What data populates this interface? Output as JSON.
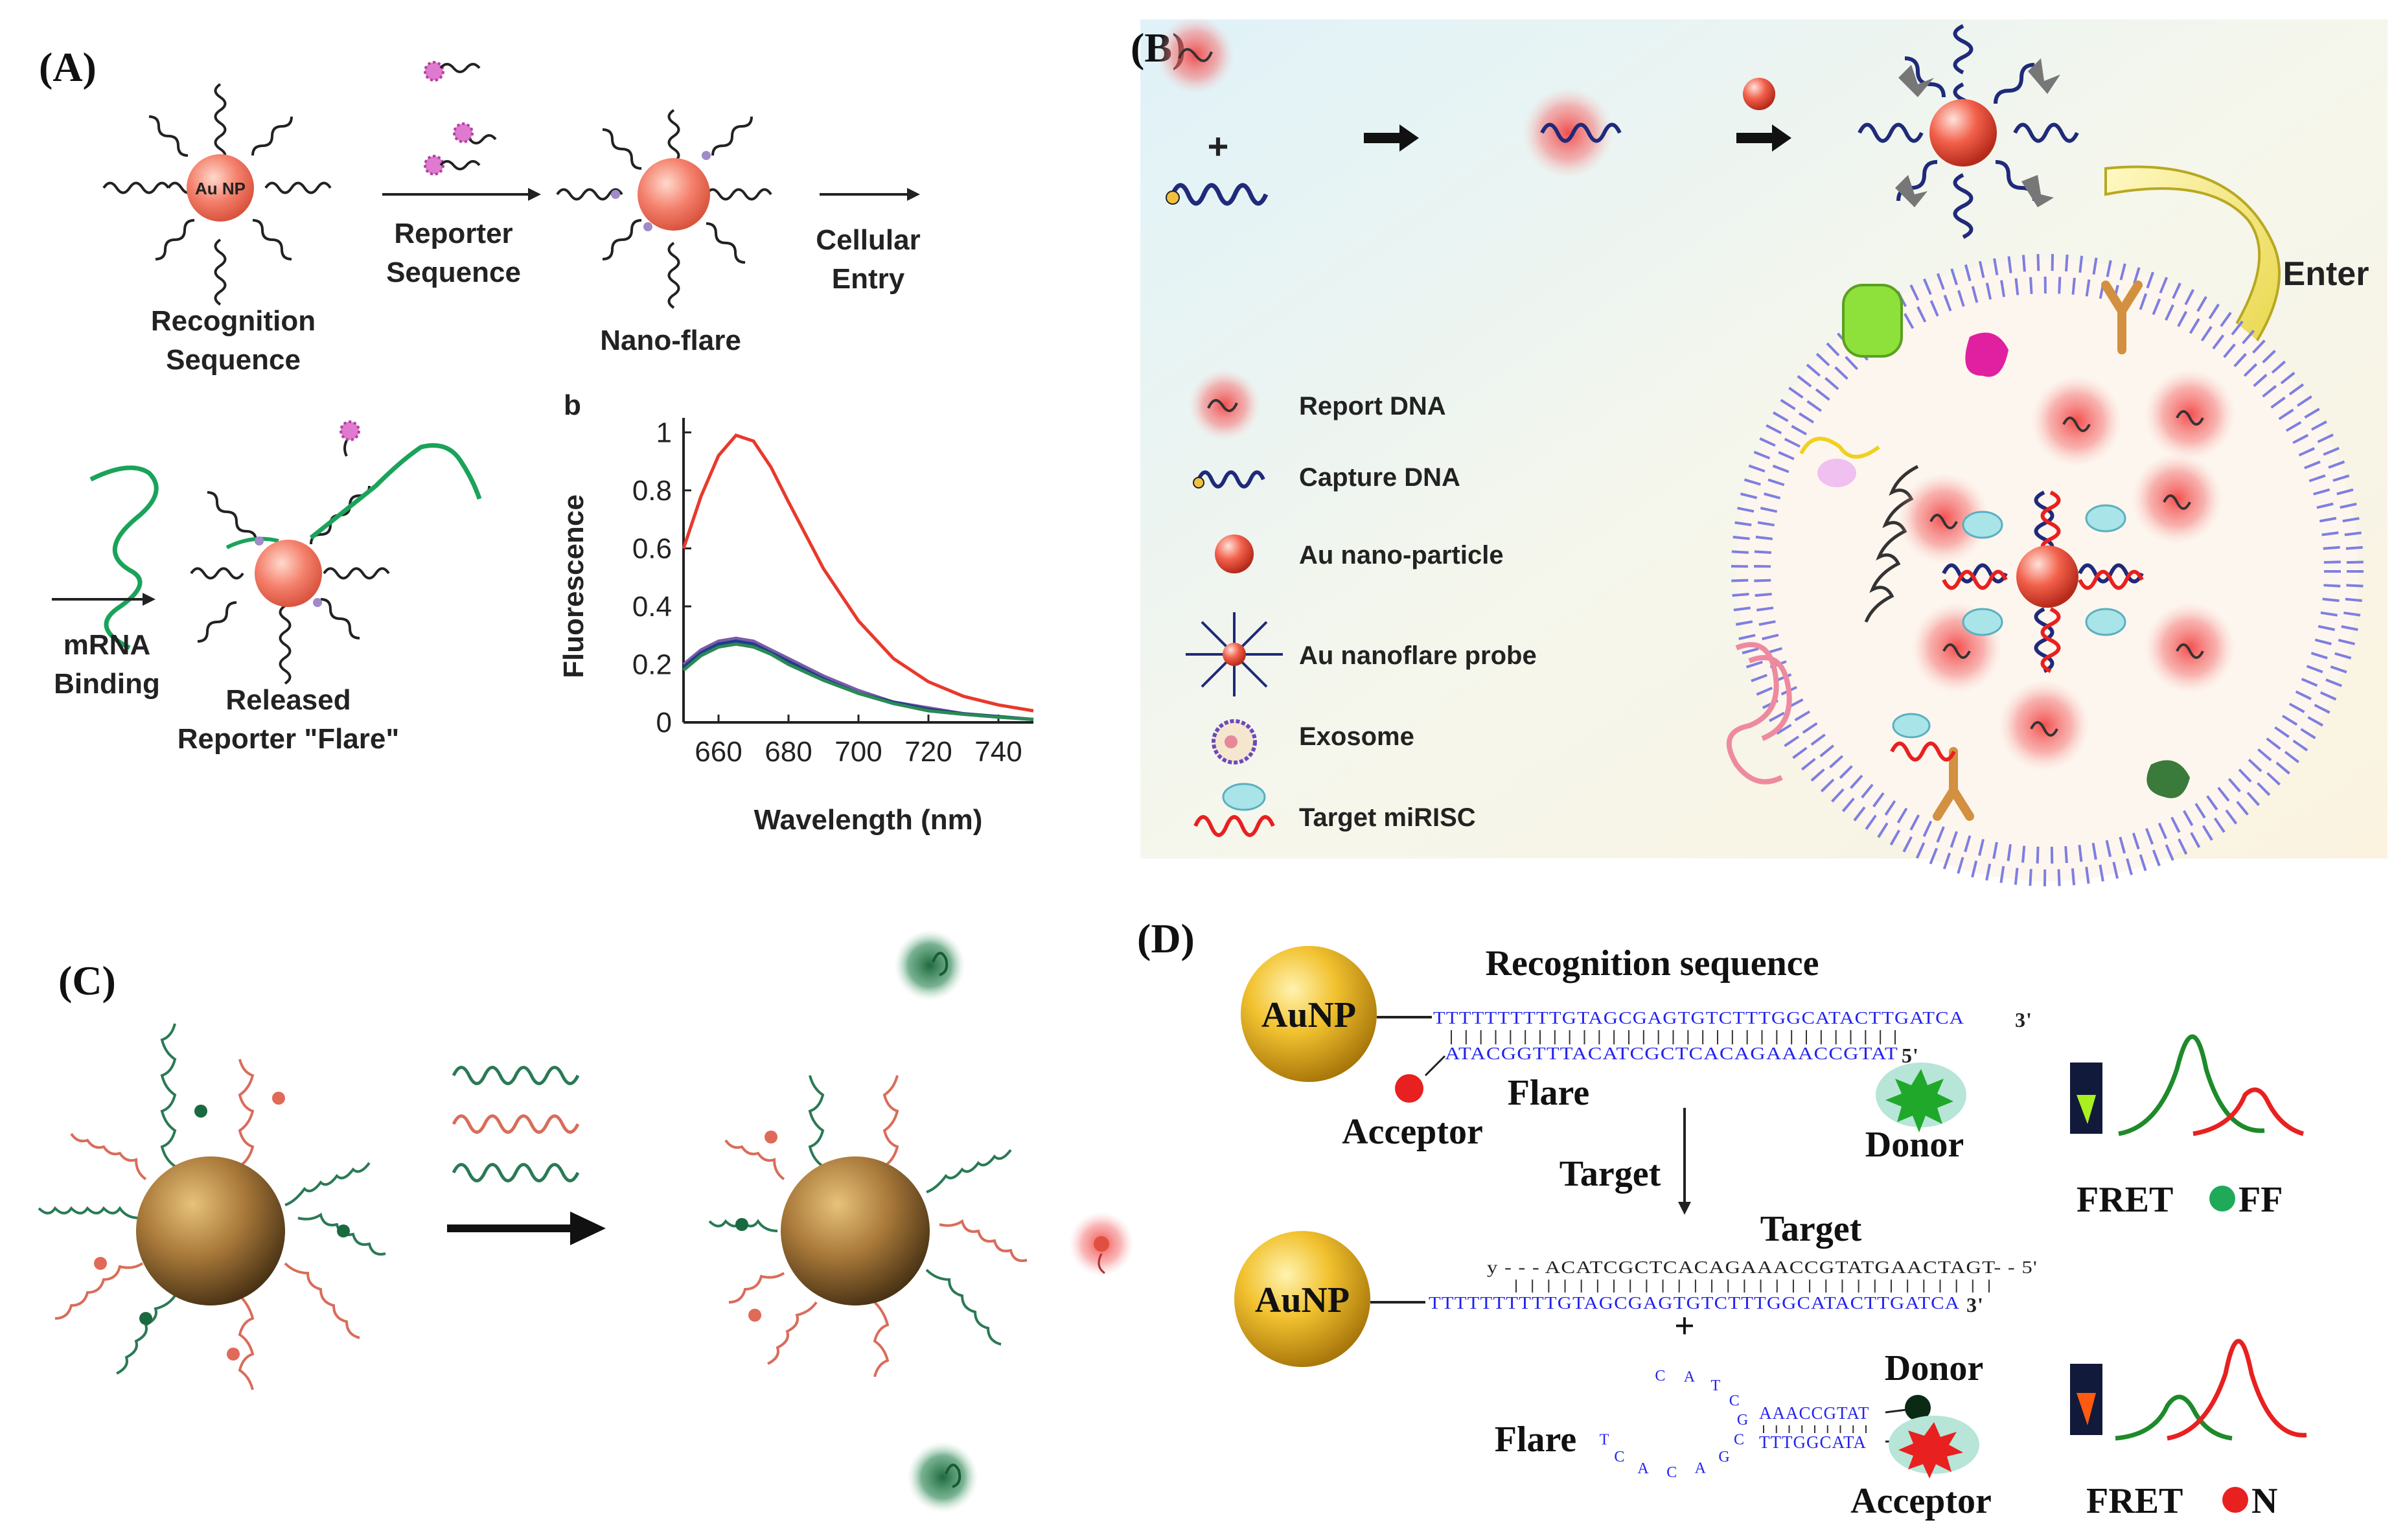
{
  "panels": {
    "A": {
      "label": "(A)",
      "np_label": "Au NP",
      "recognition_label_line1": "Recognition",
      "recognition_label_line2": "Sequence",
      "reporter_label_line1": "Reporter",
      "reporter_label_line2": "Sequence",
      "nanoflare_label": "Nano-flare",
      "cellular_label_line1": "Cellular",
      "cellular_label_line2": "Entry",
      "mrna_label_line1": "mRNA",
      "mrna_label_line2": "Binding",
      "released_label_line1": "Released",
      "released_label_line2": "Reporter \"Flare\""
    },
    "B": {
      "label": "(B)",
      "plus": "+",
      "enter_label": "Enter",
      "legend": [
        {
          "icon": "report-dna-icon",
          "text": "Report DNA"
        },
        {
          "icon": "capture-dna-icon",
          "text": "Capture DNA"
        },
        {
          "icon": "au-nanoparticle-icon",
          "text": "Au  nano-particle"
        },
        {
          "icon": "au-nanoflare-probe-icon",
          "text": "Au nanoflare probe"
        },
        {
          "icon": "exosome-icon",
          "text": "Exosome"
        },
        {
          "icon": "target-mirisc-icon",
          "text": "Target miRISC"
        }
      ]
    },
    "C": {
      "label": "(C)"
    },
    "D": {
      "label": "(D)",
      "recognition_title": "Recognition sequence",
      "aunp_label": "AuNP",
      "seq_top": "TTTTTTTTTTGTAGCGAGTGTCTTTGGCATACTTGATCA",
      "seq_top_end": "3'",
      "seq_flare": "ATACGGTTTACATCGCTCACAGAAACCGTAT",
      "seq_flare_end": "5'",
      "flare_label": "Flare",
      "acceptor_label": "Acceptor",
      "donor_label": "Donor",
      "target_arrow_label": "Target",
      "fret_off": {
        "fret": "FRET",
        "suffix": "FF"
      },
      "target_title": "Target",
      "seq_target": "y - - - ACATCGCTCACAGAAACCGTATGAACTAGT- - 5'",
      "seq_bottom": "TTTTTTTTTTGTAGCGAGTGTCTTTGGCATACTTGATCA",
      "seq_bottom_end": "3'",
      "plus": "+",
      "donor2_label": "Donor",
      "flare2_label": "Flare",
      "acceptor2_label": "Acceptor",
      "hairpin_stem_top": "AAACCGTAT",
      "hairpin_stem_bottom": "TTTGGCATA",
      "loop_letters": [
        "T",
        "C",
        "A",
        "C",
        "A",
        "G",
        "C",
        "G",
        "C",
        "T",
        "A",
        "C"
      ],
      "fret_on": {
        "fret": "FRET",
        "suffix": "N"
      }
    }
  },
  "chart_data": {
    "type": "line",
    "title": "b",
    "xlabel": "Wavelength (nm)",
    "ylabel": "Fluorescence",
    "xlim": [
      650,
      750
    ],
    "ylim": [
      0,
      1.05
    ],
    "xticks": [
      660,
      680,
      700,
      720,
      740
    ],
    "yticks": [
      0,
      0.2,
      0.4,
      0.6,
      0.8,
      1
    ],
    "ytick_labels": [
      "0",
      "0.2",
      "0.4",
      "0.6",
      "0.8",
      "1"
    ],
    "series": [
      {
        "color": "#e8392b",
        "x": [
          650,
          655,
          660,
          665,
          670,
          675,
          680,
          690,
          700,
          710,
          720,
          730,
          740,
          750
        ],
        "values": [
          0.6,
          0.78,
          0.92,
          0.99,
          0.97,
          0.88,
          0.76,
          0.53,
          0.35,
          0.22,
          0.14,
          0.09,
          0.06,
          0.04
        ]
      },
      {
        "color": "#7a5ca8",
        "x": [
          650,
          655,
          660,
          665,
          670,
          675,
          680,
          690,
          700,
          710,
          720,
          730,
          740,
          750
        ],
        "values": [
          0.2,
          0.25,
          0.28,
          0.29,
          0.28,
          0.25,
          0.22,
          0.16,
          0.11,
          0.07,
          0.05,
          0.03,
          0.02,
          0.01
        ]
      },
      {
        "color": "#1f3d8a",
        "x": [
          650,
          655,
          660,
          665,
          670,
          675,
          680,
          690,
          700,
          710,
          720,
          730,
          740,
          750
        ],
        "values": [
          0.19,
          0.24,
          0.27,
          0.28,
          0.27,
          0.24,
          0.21,
          0.15,
          0.1,
          0.07,
          0.045,
          0.03,
          0.02,
          0.01
        ]
      },
      {
        "color": "#2a8a55",
        "x": [
          650,
          655,
          660,
          665,
          670,
          675,
          680,
          690,
          700,
          710,
          720,
          730,
          740,
          750
        ],
        "values": [
          0.18,
          0.23,
          0.26,
          0.27,
          0.26,
          0.235,
          0.2,
          0.145,
          0.1,
          0.065,
          0.04,
          0.028,
          0.018,
          0.01
        ]
      }
    ]
  },
  "colors": {
    "au_np": "#f07a6a",
    "gold": "#e0a520",
    "dark_np": "#9b6e2e",
    "green": "#1aa35a",
    "red": "#e8392b",
    "seq_blue": "#2222ee"
  }
}
